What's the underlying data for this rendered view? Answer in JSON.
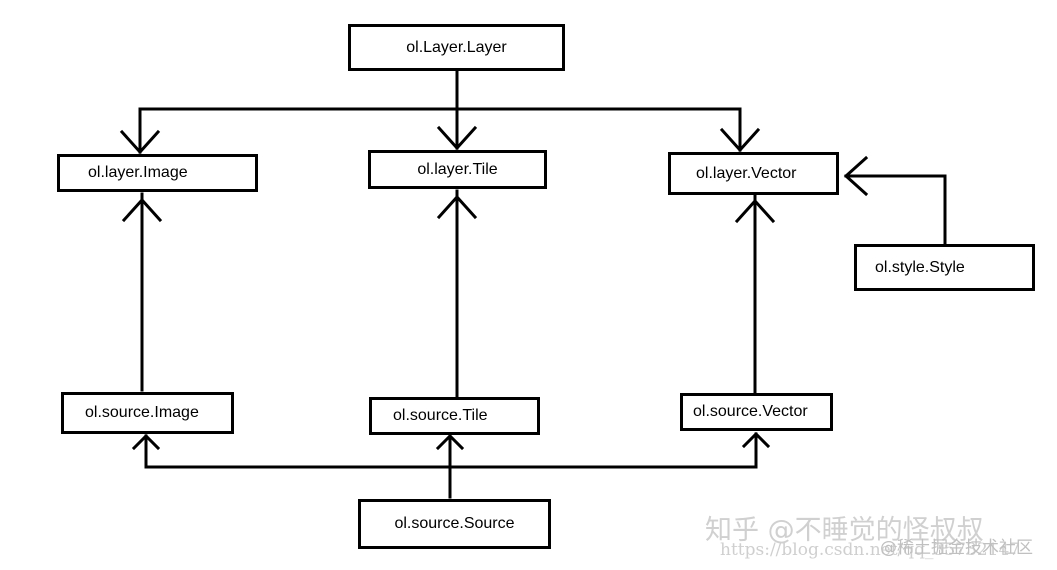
{
  "nodes": {
    "layer_layer": "ol.Layer.Layer",
    "layer_image": "ol.layer.Image",
    "layer_tile": "ol.layer.Tile",
    "layer_vector": "ol.layer.Vector",
    "style_style": "ol.style.Style",
    "source_image": "ol.source.Image",
    "source_tile": "ol.source.Tile",
    "source_vector": "ol.source.Vector",
    "source_source": "ol.source.Source"
  },
  "watermark": {
    "zhihu": "知乎 @不睡觉的怪叔叔",
    "url": "https://blog.csdn.net/qq_35732147",
    "community": "@稀土掘金技术社区"
  },
  "colors": {
    "line": "#000000",
    "box_border": "#000000",
    "background": "#ffffff",
    "watermark": "#c4c4c4"
  }
}
